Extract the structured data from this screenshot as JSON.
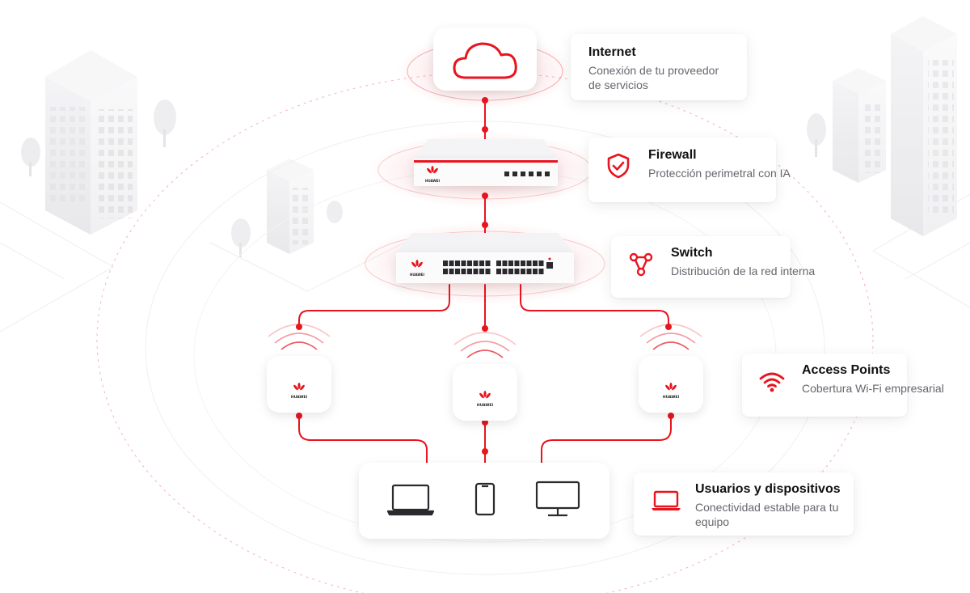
{
  "nodes": {
    "internet": {
      "title": "Internet",
      "description": "Conexión de tu proveedor de servicios",
      "icon": "cloud-icon"
    },
    "firewall": {
      "title": "Firewall",
      "description": "Protección perimetral con IA",
      "icon": "shield-check-icon"
    },
    "switch": {
      "title": "Switch",
      "description": "Distribución de la red interna",
      "icon": "network-nodes-icon"
    },
    "access_points": {
      "title": "Access Points",
      "description": "Cobertura Wi-Fi empresarial",
      "icon": "wifi-icon"
    },
    "users": {
      "title": "Usuarios y dispositivos",
      "description": "Conectividad estable para tu equipo",
      "icon": "laptop-icon"
    }
  },
  "device_brand": "HUAWEI",
  "client_devices": [
    "laptop-icon",
    "smartphone-icon",
    "monitor-icon"
  ],
  "colors": {
    "accent": "#e8141e",
    "card_bg": "#ffffff",
    "title": "#111111",
    "description": "#66666e"
  }
}
